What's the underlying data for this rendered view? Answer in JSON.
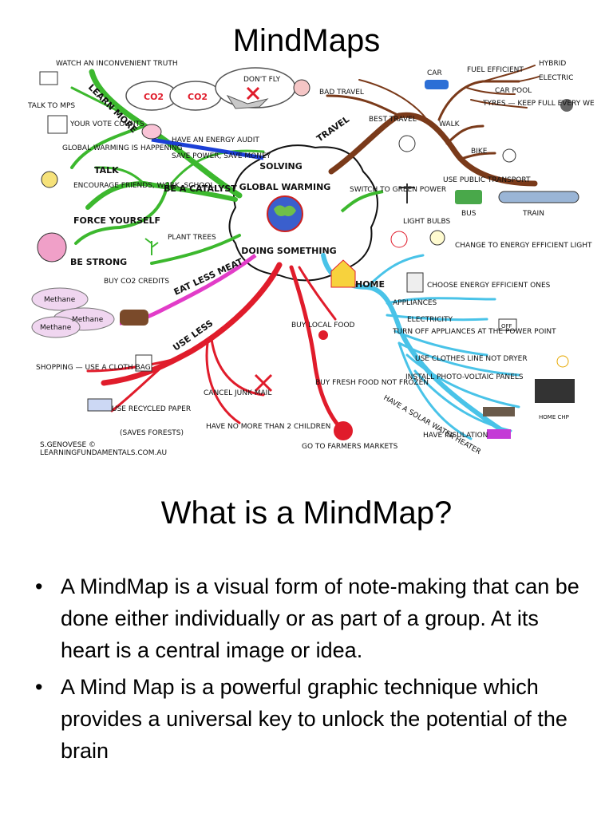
{
  "title": "MindMaps",
  "mindmap": {
    "center": [
      "SOLVING",
      "GLOBAL WARMING",
      "DOING SOMETHING"
    ],
    "labels": {
      "learn_more": "LEARN MORE",
      "watch": "WATCH AN INCONVENIENT TRUTH",
      "talk_mps": "TALK TO MPS",
      "vote": "YOUR VOTE COUNTS",
      "talk": "TALK",
      "gw_happening": "GLOBAL WARMING IS HAPPENING",
      "encourage": "ENCOURAGE FRIENDS, WORK, SCHOOL",
      "force": "FORCE YOURSELF",
      "be_strong": "BE STRONG",
      "catalyst": "BE A CATALYST",
      "energy_audit": "HAVE AN ENERGY AUDIT",
      "save_power": "SAVE POWER, SAVE MONEY",
      "plant_trees": "PLANT TREES",
      "buy_co2": "BUY CO2 CREDITS",
      "methane": "Methane",
      "eat_less_meat": "EAT LESS MEAT",
      "use_less": "USE LESS",
      "shopping": "SHOPPING — USE A CLOTH BAG",
      "recycled": "USE RECYCLED PAPER",
      "saves_forests": "(SAVES FORESTS)",
      "junk_mail": "CANCEL JUNK MAIL",
      "children": "HAVE NO MORE THAN 2 CHILDREN",
      "buy_local": "BUY LOCAL FOOD",
      "fresh_food": "BUY FRESH FOOD NOT FROZEN",
      "farmers": "GO TO FARMERS MARKETS",
      "dont_fly": "DON'T FLY",
      "co2": "CO2",
      "bad_travel": "BAD TRAVEL",
      "travel": "TRAVEL",
      "best_travel": "BEST TRAVEL",
      "car": "CAR",
      "fuel": "FUEL EFFICIENT",
      "hybrid": "HYBRID",
      "electric": "ELECTRIC",
      "car_pool": "CAR POOL",
      "tyres": "TYRES — KEEP FULL EVERY WEEK",
      "walk": "WALK",
      "bike": "BIKE",
      "public": "USE PUBLIC TRANSPORT",
      "bus": "BUS",
      "train": "TRAIN",
      "green_power": "SWITCH TO GREEN POWER",
      "light_bulbs": "LIGHT BULBS",
      "change_bulbs": "CHANGE TO ENERGY EFFICIENT LIGHT BULBS",
      "home": "HOME",
      "choose": "CHOOSE ENERGY EFFICIENT ONES",
      "appliances": "APPLIANCES",
      "electricity": "ELECTRICITY",
      "turn_off": "TURN OFF APPLIANCES AT THE POWER POINT",
      "off": "OFF",
      "clothes_line": "USE CLOTHES LINE NOT DRYER",
      "pv": "INSTALL PHOTO-VOLTAIC PANELS",
      "solar": "HAVE A SOLAR WATER HEATER",
      "insulation": "HAVE INSULATION",
      "home_chp": "HOME CHP",
      "credit": "S.GENOVESE ©",
      "site": "LEARNINGFUNDAMENTALS.COM.AU"
    }
  },
  "section_title": "What is a MindMap?",
  "bullet_symbol": "•",
  "bullets": [
    "A MindMap is a visual form of note-making that can be done either individually or as part of a group. At its heart is a central image or idea.",
    "A Mind Map is a powerful graphic technique which provides a universal key to unlock the potential of the brain"
  ],
  "colors": {
    "green": "#3cb82e",
    "brown": "#7a3a1a",
    "red": "#e01c2b",
    "cyan": "#49c3e8",
    "magenta": "#e23cc8",
    "blue": "#1b3fd6"
  }
}
